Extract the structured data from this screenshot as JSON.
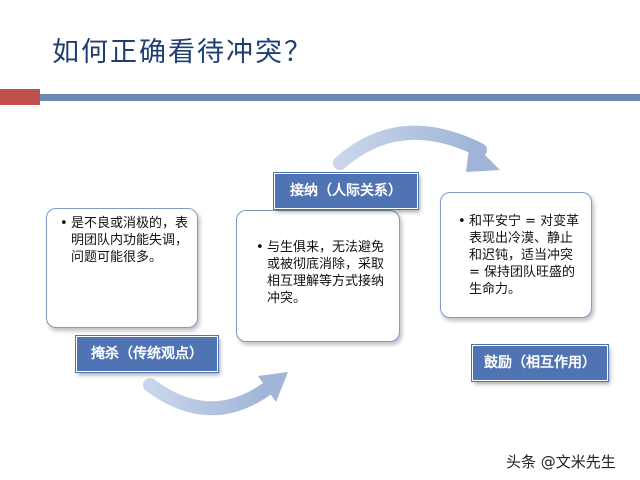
{
  "title": "如何正确看待冲突？",
  "stages": [
    {
      "label": "掩杀（传统观点）",
      "text": "是不良或消极的，表明团队内功能失调，问题可能很多。"
    },
    {
      "label": "接纳（人际关系）",
      "text": "与生俱来，无法避免或被彻底消除，采取相互理解等方式接纳冲突。"
    },
    {
      "label": "鼓励（相互作用）",
      "text": "和平安宁 = 对变革表现出冷漠、静止和迟钝，适当冲突 = 保持团队旺盛的生命力。"
    }
  ],
  "watermark": "头条 @文米先生",
  "colors": {
    "title": "#1f3f73",
    "label_bg": "#4f73b3",
    "arrow": "#a9bddc",
    "accent_red": "#c0504d"
  }
}
